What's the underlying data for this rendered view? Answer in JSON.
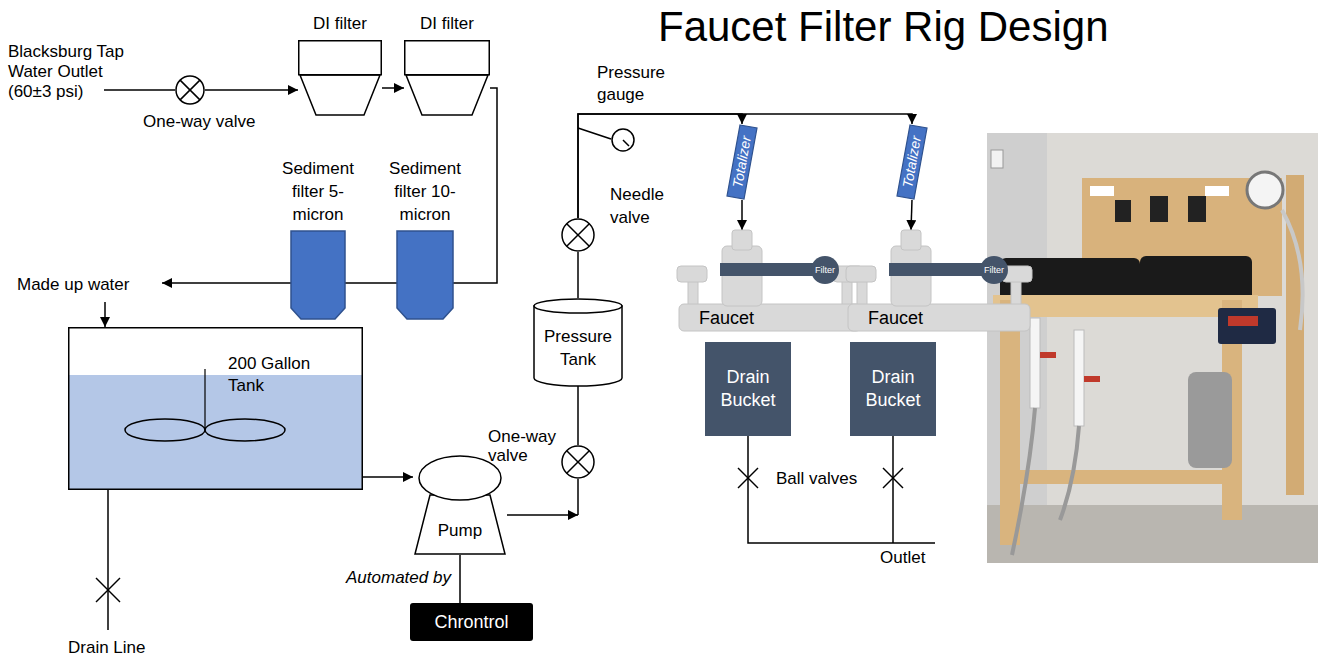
{
  "diagram": {
    "title": "Faucet Filter Rig Design",
    "nodes": [
      {
        "text": [
          "One-way valve"
        ]
      },
      {
        "text": [
          "DI filter"
        ]
      },
      {
        "text": [
          "DI filter"
        ]
      },
      {
        "text": [
          "Sediment filter 5-micron"
        ]
      },
      {
        "text": [
          "Sediment filter 10-micron"
        ]
      },
      {
        "text": [
          "Pressure gauge"
        ]
      },
      {
        "text": [
          "Needle valve"
        ]
      },
      {
        "text": [
          "Pressure Tank"
        ]
      },
      {
        "text": [
          "One-way valve"
        ]
      },
      {
        "text": [
          "200 Gallon Tank"
        ]
      },
      {
        "text": [
          "Pump"
        ]
      },
      {
        "text": [
          "Chrontrol"
        ]
      },
      {
        "text": [
          "Totalizer"
        ]
      },
      {
        "text": [
          "Faucet"
        ]
      },
      {
        "text": [
          "Filter"
        ],
        "in": 13
      },
      {
        "text": [
          "Drain Bucket"
        ]
      },
      {
        "text": [
          "Totalizer"
        ]
      },
      {
        "text": [
          "Faucet"
        ]
      },
      {
        "text": [
          "Filter"
        ],
        "in": 17
      },
      {
        "text": [
          "Drain Bucket"
        ]
      }
    ],
    "edges": [
      {
        "from": 0,
        "to": 1,
        "arrow": "to"
      },
      {
        "from": 1,
        "to": 2,
        "arrow": "to"
      },
      {
        "from": 2,
        "to": 9,
        "arrow": "to"
      },
      {
        "from": 9,
        "to": 10,
        "arrow": "to"
      },
      {
        "from": 10,
        "to": 8,
        "arrow": "to"
      },
      {
        "from": 8,
        "to": 7,
        "arrow": "none"
      },
      {
        "from": 7,
        "to": 6,
        "arrow": "none"
      },
      {
        "from": 6,
        "to": 12,
        "arrow": "to"
      },
      {
        "from": 6,
        "to": 16,
        "arrow": "to"
      },
      {
        "from": 12,
        "to": 13,
        "arrow": "to"
      },
      {
        "from": 16,
        "to": 17,
        "arrow": "to"
      },
      {
        "from": 10,
        "to": 11,
        "arrow": "none"
      }
    ],
    "labels": [
      "Blacksburg Tap Water Outlet (60±3 psi)",
      "Made up water",
      "Automated by",
      "Ball valves",
      "Outlet",
      "Drain Line"
    ]
  }
}
